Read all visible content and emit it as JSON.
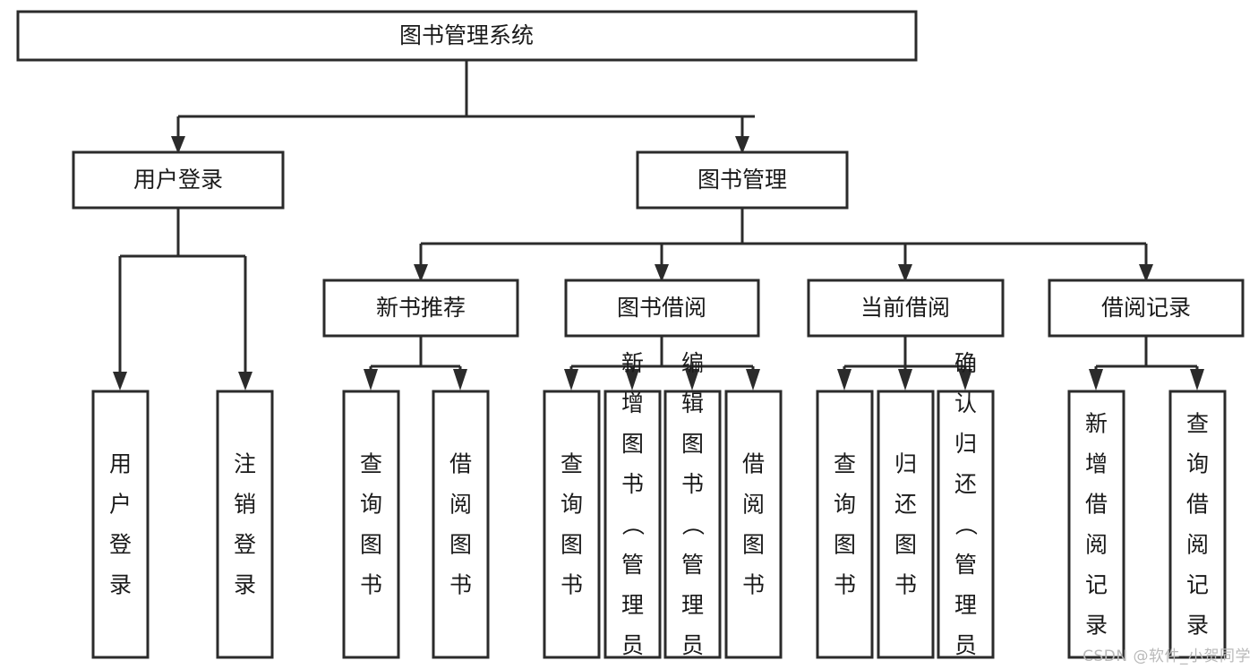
{
  "diagram": {
    "title": "图书管理系统",
    "root": {
      "label": "图书管理系统"
    },
    "level2": [
      {
        "label": "用户登录"
      },
      {
        "label": "图书管理"
      }
    ],
    "level3": [
      {
        "label": "新书推荐"
      },
      {
        "label": "图书借阅"
      },
      {
        "label": "当前借阅"
      },
      {
        "label": "借阅记录"
      }
    ],
    "leaves": [
      {
        "label": "用户登录",
        "chars": [
          "用",
          "户",
          "登",
          "录"
        ]
      },
      {
        "label": "注销登录",
        "chars": [
          "注",
          "销",
          "登",
          "录"
        ]
      },
      {
        "label": "查询图书",
        "chars": [
          "查",
          "询",
          "图",
          "书"
        ]
      },
      {
        "label": "借阅图书",
        "chars": [
          "借",
          "阅",
          "图",
          "书"
        ]
      },
      {
        "label": "查询图书",
        "chars": [
          "查",
          "询",
          "图",
          "书"
        ]
      },
      {
        "label": "新增图书（管理员）",
        "chars": [
          "新",
          "增",
          "图",
          "书",
          "（",
          "管",
          "理",
          "员",
          "）"
        ]
      },
      {
        "label": "编辑图书（管理员）",
        "chars": [
          "编",
          "辑",
          "图",
          "书",
          "（",
          "管",
          "理",
          "员",
          "）"
        ]
      },
      {
        "label": "借阅图书",
        "chars": [
          "借",
          "阅",
          "图",
          "书"
        ]
      },
      {
        "label": "查询图书",
        "chars": [
          "查",
          "询",
          "图",
          "书"
        ]
      },
      {
        "label": "归还图书",
        "chars": [
          "归",
          "还",
          "图",
          "书"
        ]
      },
      {
        "label": "确认归还（管理员）",
        "chars": [
          "确",
          "认",
          "归",
          "还",
          "（",
          "管",
          "理",
          "员",
          "）"
        ]
      },
      {
        "label": "新增借阅记录",
        "chars": [
          "新",
          "增",
          "借",
          "阅",
          "记",
          "录"
        ]
      },
      {
        "label": "查询借阅记录",
        "chars": [
          "查",
          "询",
          "借",
          "阅",
          "记",
          "录"
        ]
      }
    ]
  },
  "watermark": {
    "text": "CSDN @软件_小贺同学"
  },
  "colors": {
    "background": "#ffffff",
    "box_fill": "#ffffff",
    "box_stroke": "#2b2b2b",
    "text": "#1a1a1a",
    "watermark": "#b9b9b9"
  }
}
